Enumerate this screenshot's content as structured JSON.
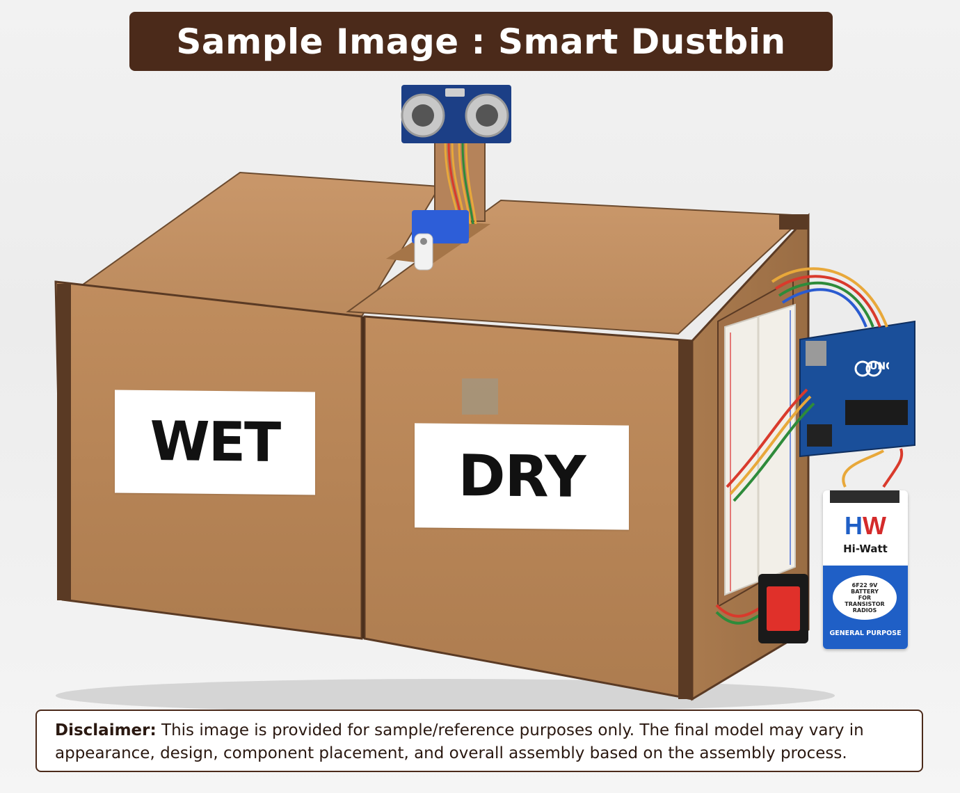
{
  "title": "Sample Image : Smart Dustbin",
  "labels": {
    "wet": "WET",
    "dry": "DRY"
  },
  "battery": {
    "brand_h": "H",
    "brand_w": "W",
    "name": "Hi-Watt",
    "oval_line1": "6F22 9V",
    "oval_line2": "BATTERY",
    "oval_line3": "FOR",
    "oval_line4": "TRANSISTOR",
    "oval_line5": "RADIOS",
    "footer": "GENERAL PURPOSE"
  },
  "board": {
    "logo": "UNO"
  },
  "disclaimer": {
    "label": "Disclaimer:",
    "text": " This image is provided for sample/reference purposes only. The final model may vary in appearance, design, component placement, and overall assembly based on the assembly process."
  },
  "colors": {
    "title_bg": "#4b2a1a",
    "cardboard": "#b8875a",
    "edge": "#5a3a24",
    "sensor_blue": "#1c3f86",
    "arduino_blue": "#1a4f9a"
  }
}
